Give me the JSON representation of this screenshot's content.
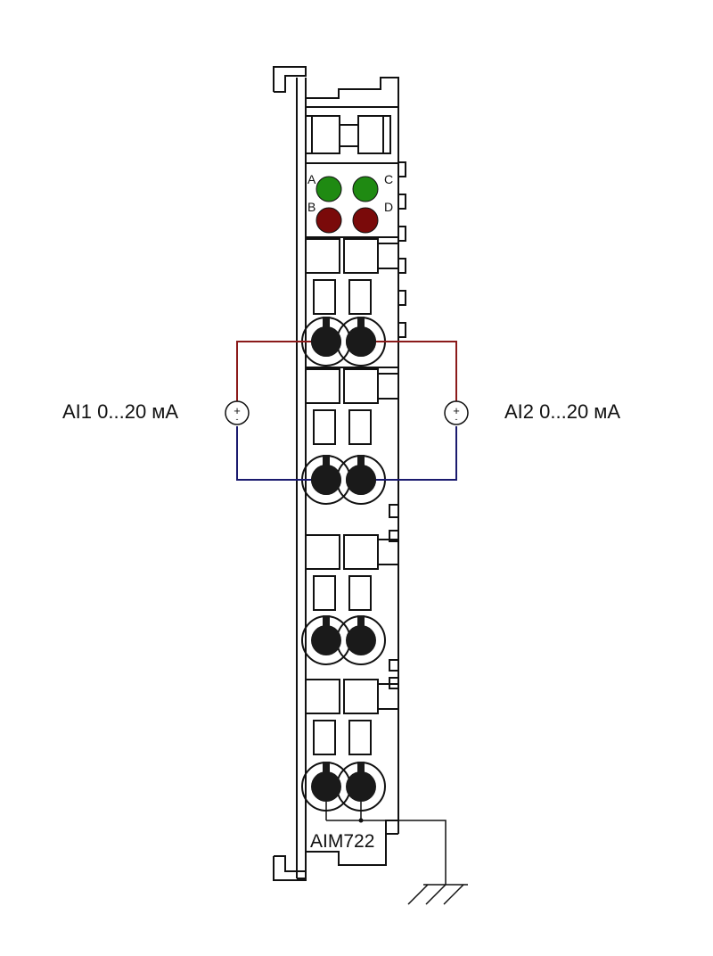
{
  "leds": [
    {
      "label": "A",
      "color": "#1f8a12"
    },
    {
      "label": "C",
      "color": "#1f8a12"
    },
    {
      "label": "B",
      "color": "#7a0a0a"
    },
    {
      "label": "D",
      "color": "#7a0a0a"
    }
  ],
  "inputs": [
    {
      "label": "AI1 0...20 мА",
      "positive_wire_color": "#8b1a1a",
      "negative_wire_color": "#1a1a6e",
      "source_symbol": "+"
    },
    {
      "label": "AI2 0...20 мА",
      "positive_wire_color": "#8b1a1a",
      "negative_wire_color": "#1a1a6e",
      "source_symbol": "+"
    }
  ],
  "module": {
    "model": "AIM722"
  },
  "ground_symbol": "ground-icon"
}
